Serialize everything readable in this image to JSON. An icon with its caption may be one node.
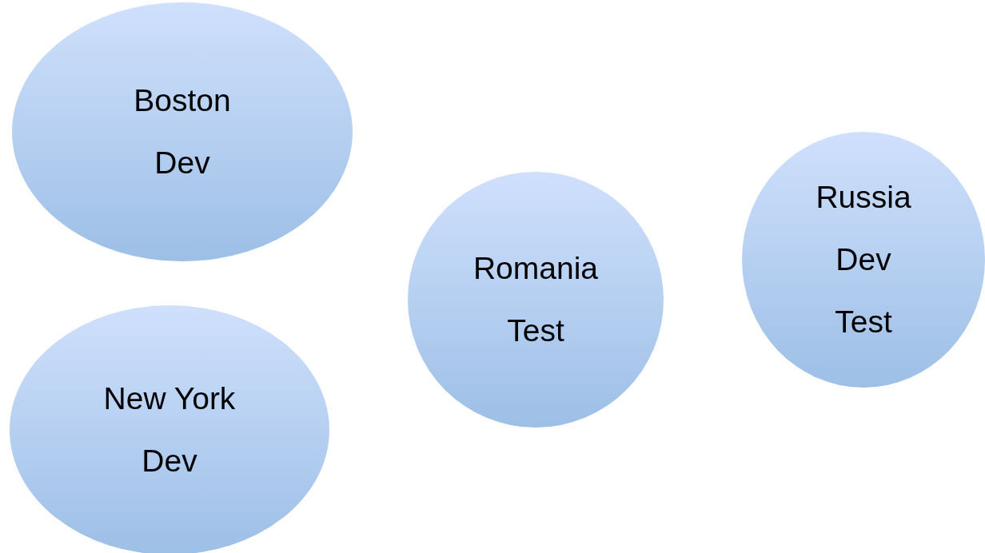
{
  "diagram": {
    "nodes": [
      {
        "text": [
          "Boston",
          "Dev"
        ]
      },
      {
        "text": [
          "New York",
          "Dev"
        ]
      },
      {
        "text": [
          "Romania",
          "Test"
        ]
      },
      {
        "text": [
          "Russia",
          "Dev",
          "Test"
        ]
      }
    ],
    "edges": []
  }
}
